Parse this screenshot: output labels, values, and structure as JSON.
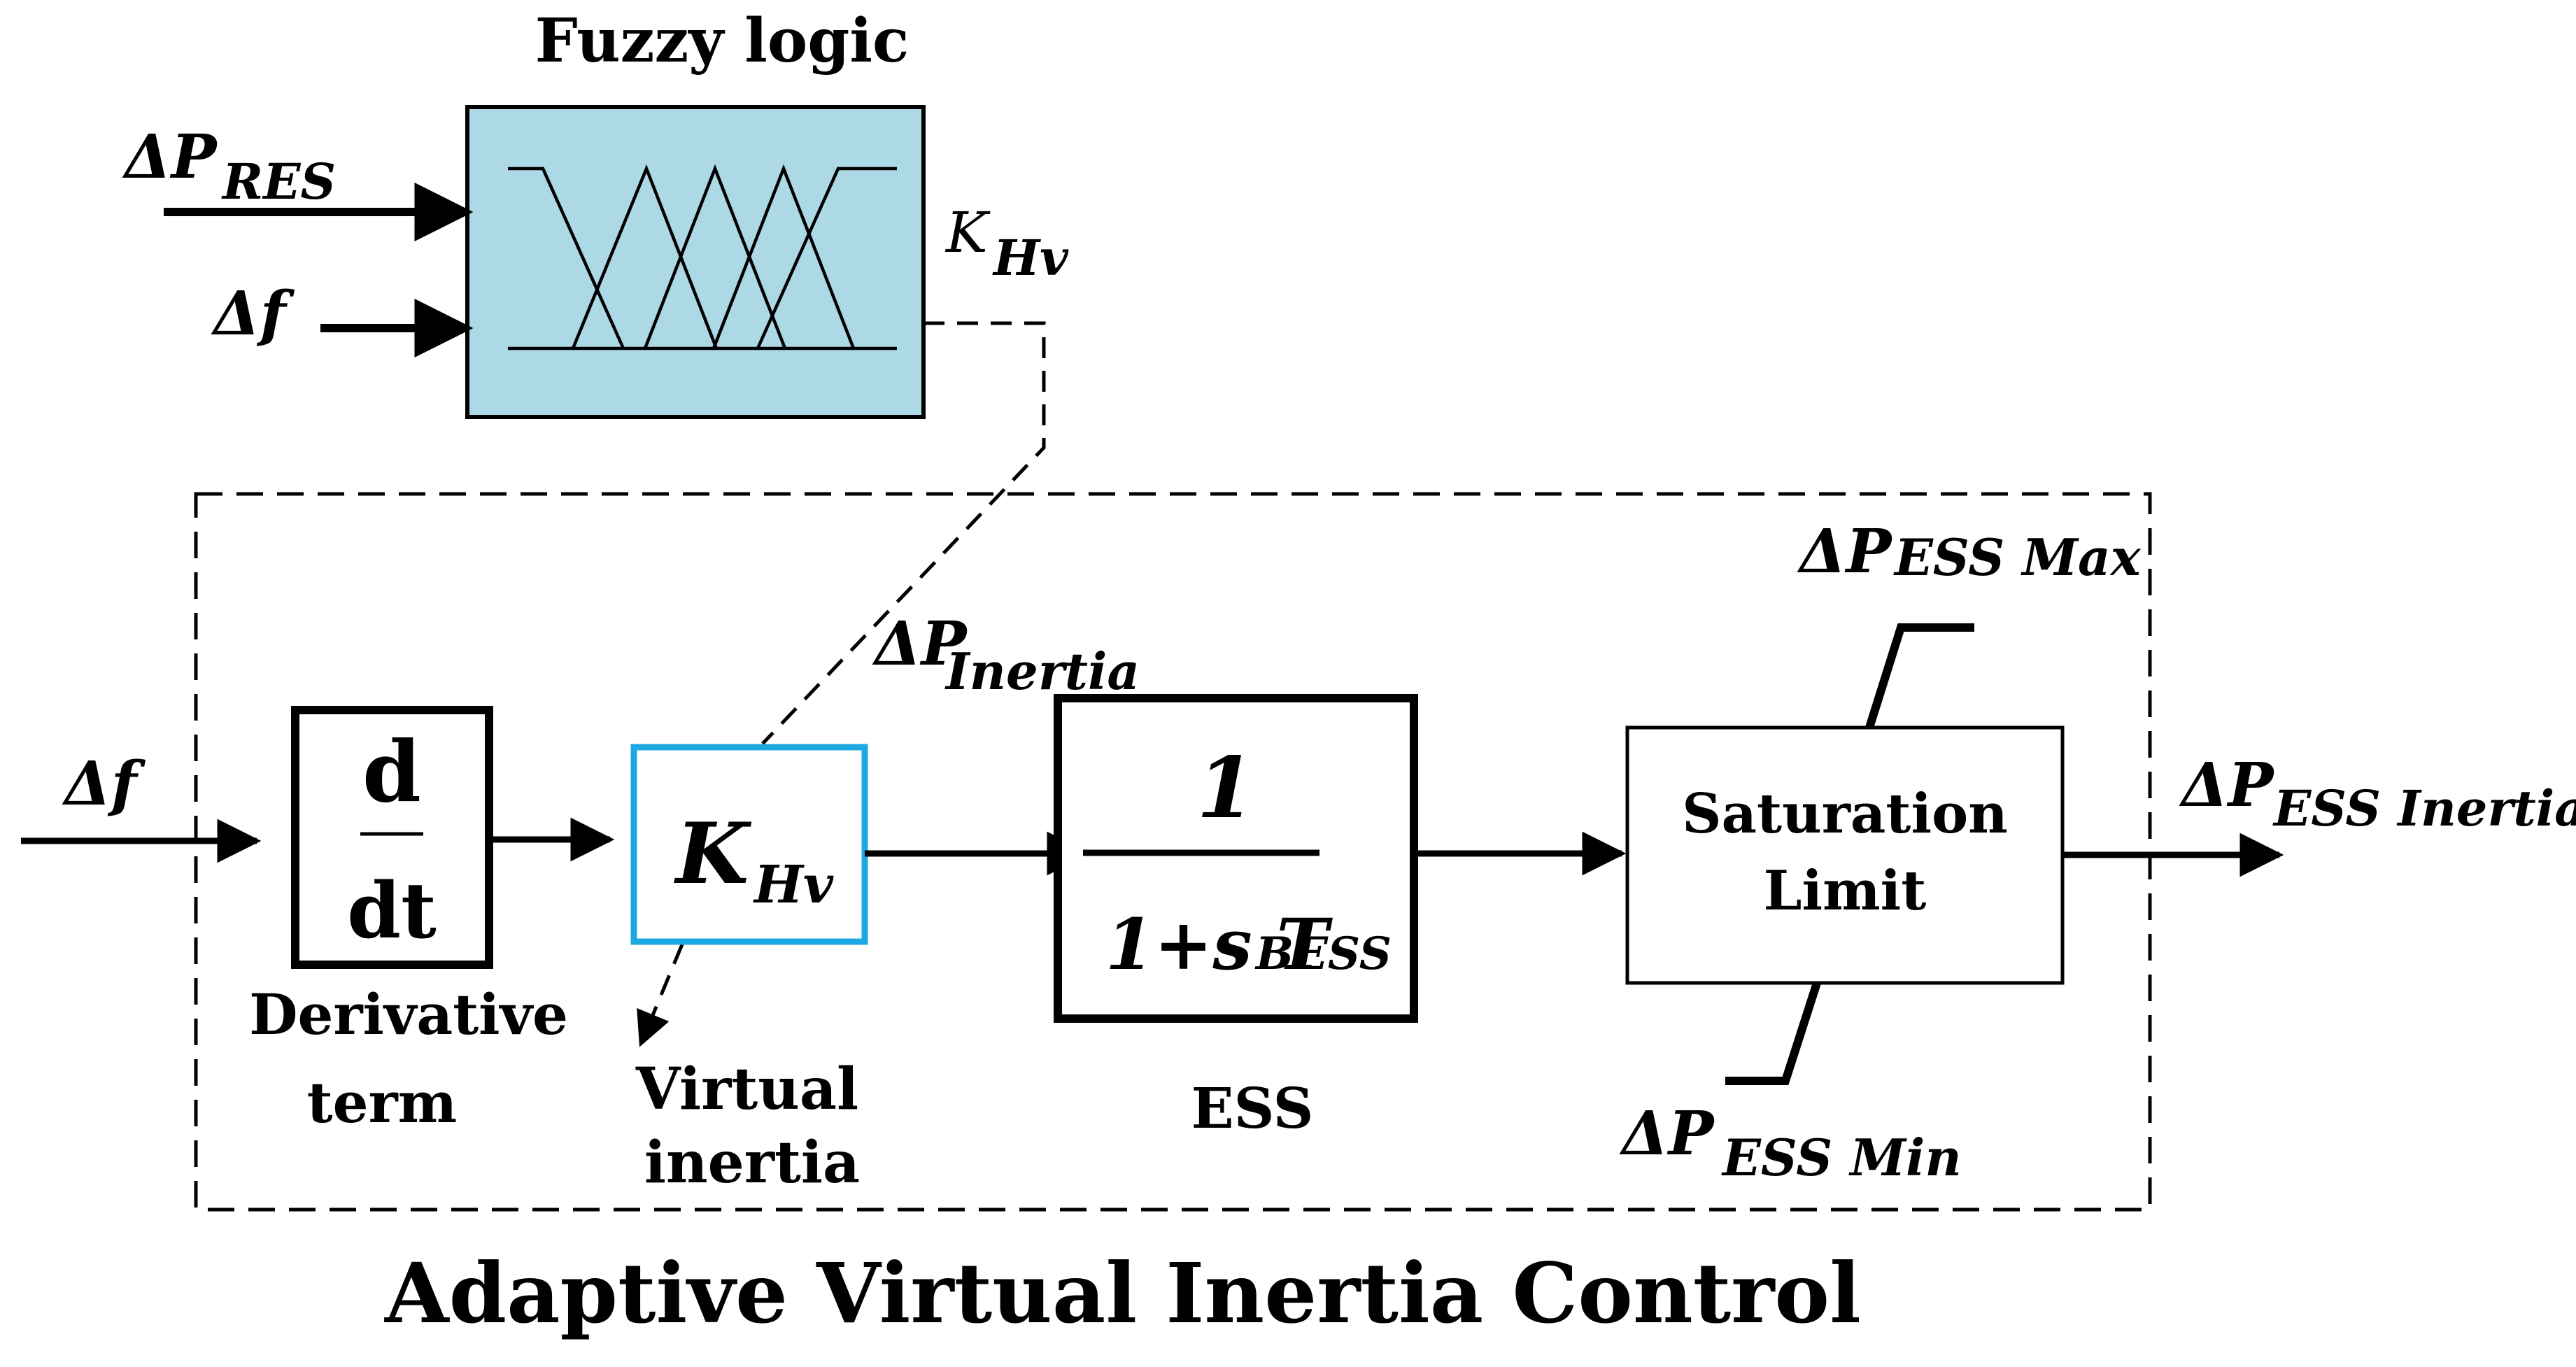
{
  "colors": {
    "fuzzy_fill": "#add8e6",
    "gain_border": "#1aa9e0",
    "line": "#000000",
    "background": "#ffffff"
  },
  "fuzzy": {
    "title": "Fuzzy logic",
    "input_p_main": "ΔP",
    "input_p_sub": "RES",
    "input_f": "Δf",
    "output_main": "K",
    "output_sub": "Hv"
  },
  "input": {
    "f_label": "Δf"
  },
  "derivative": {
    "top": "d",
    "bottom": "dt",
    "caption_line1": "Derivative",
    "caption_line2": "term"
  },
  "gain": {
    "main": "K",
    "sub": "Hv",
    "caption_line1": "Virtual",
    "caption_line2": "inertia"
  },
  "inertia_signal": {
    "main": "ΔP",
    "sub": "Inertia"
  },
  "ess": {
    "numerator": "1",
    "den_prefix": "1+s T",
    "den_sub": "BESS",
    "caption": "ESS"
  },
  "saturation": {
    "line1": "Saturation",
    "line2": "Limit",
    "max_main": "ΔP",
    "max_sub": "ESS Max",
    "min_main": "ΔP",
    "min_sub": "ESS Min"
  },
  "output": {
    "main": "ΔP",
    "sub": "ESS Inertia"
  },
  "footer_title": "Adaptive Virtual Inertia Control"
}
